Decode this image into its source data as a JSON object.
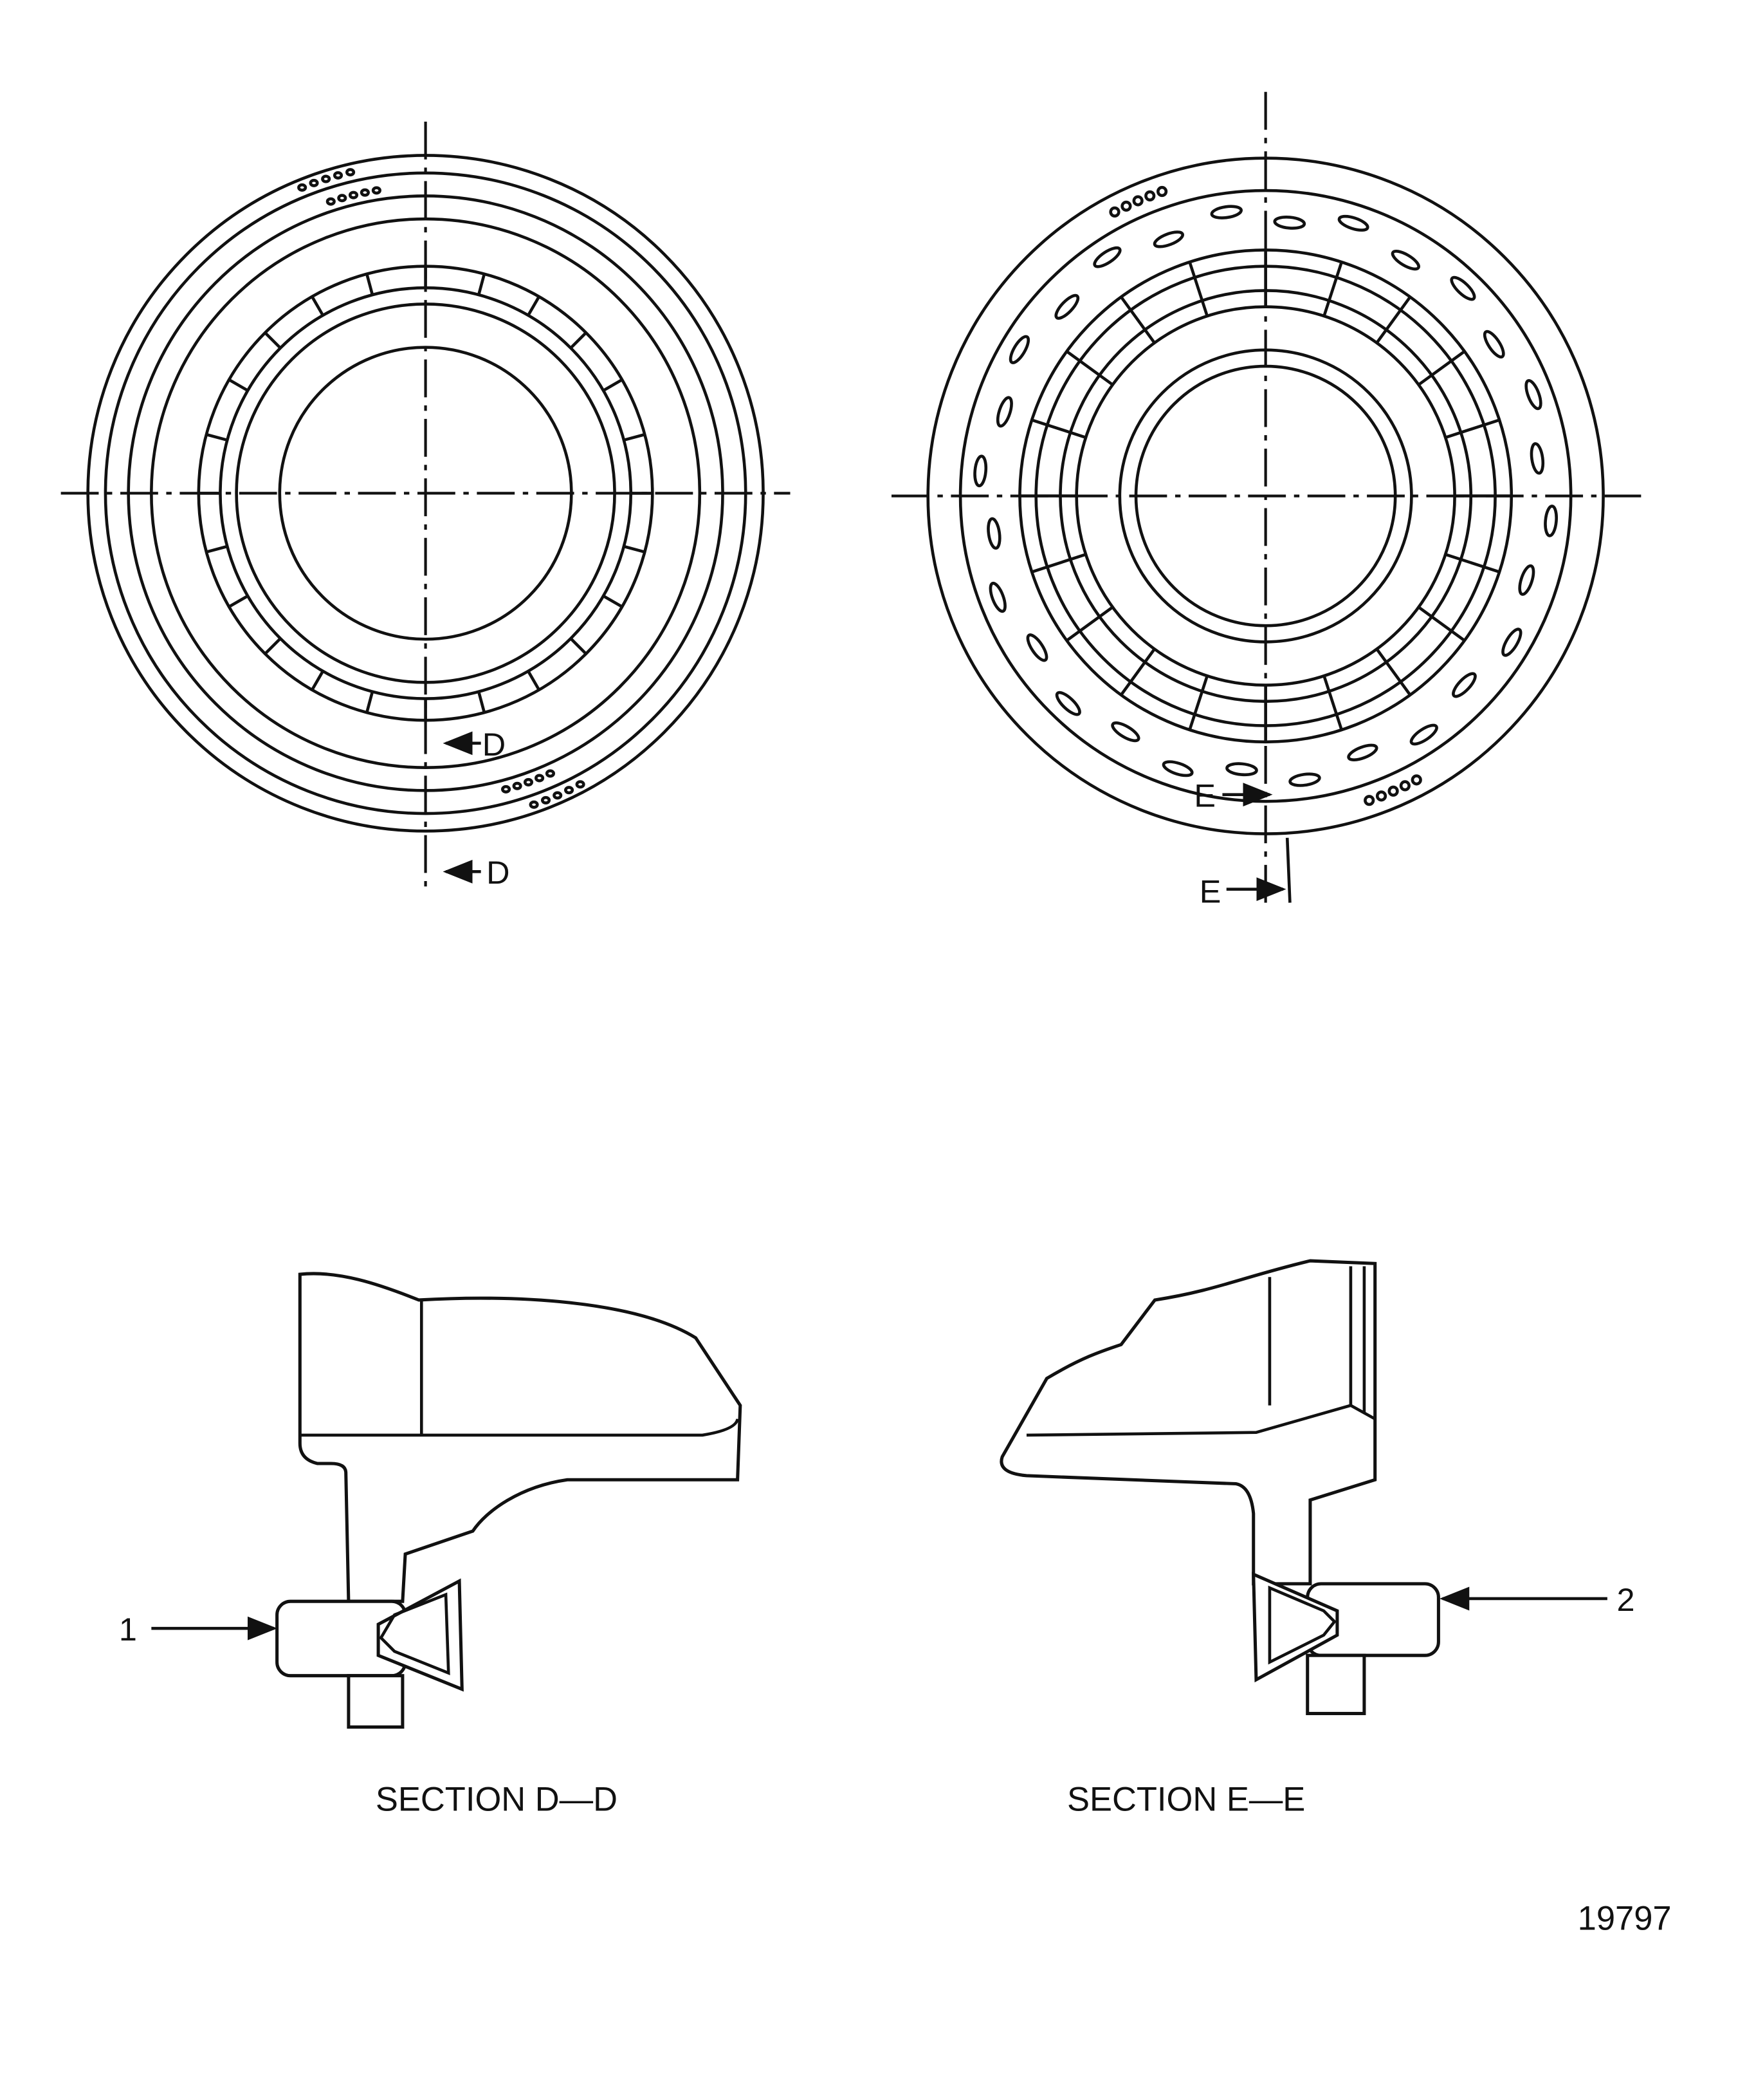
{
  "views": {
    "left_view": {
      "section_marks": [
        "D",
        "D"
      ]
    },
    "right_view": {
      "section_marks": [
        "E",
        "E"
      ]
    }
  },
  "sections": [
    {
      "caption": "SECTION D—D",
      "callout": "1"
    },
    {
      "caption": "SECTION E—E",
      "callout": "2"
    }
  ],
  "figure_number": "19797"
}
